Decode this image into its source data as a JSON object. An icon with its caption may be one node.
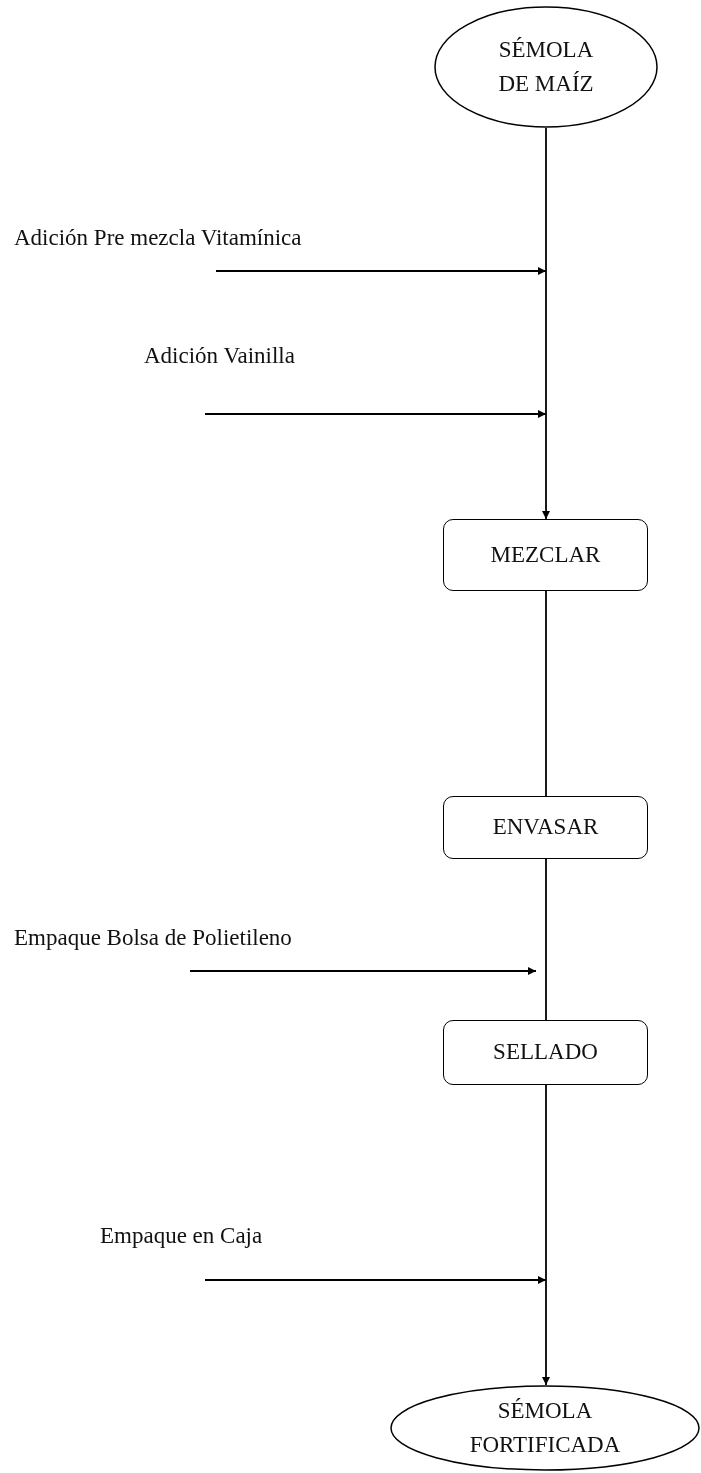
{
  "diagram": {
    "nodes": [
      {
        "text": [
          "SÉMOLA DE MAÍZ"
        ]
      },
      {
        "text": [
          "MEZCLAR"
        ]
      },
      {
        "text": [
          "ENVASAR"
        ]
      },
      {
        "text": [
          "SELLADO"
        ]
      },
      {
        "text": [
          "SÉMOLA FORTIFICADA"
        ]
      },
      {
        "text": [
          "Adición Pre mezcla Vitamínica"
        ]
      },
      {
        "text": [
          "Adición Vainilla"
        ]
      },
      {
        "text": [
          "Empaque Bolsa de Polietileno"
        ]
      },
      {
        "text": [
          "Empaque en Caja"
        ]
      }
    ],
    "edges": [
      {
        "from": 0,
        "to": 1,
        "arrow": "to"
      },
      {
        "from": 1,
        "to": 2,
        "arrow": "none"
      },
      {
        "from": 2,
        "to": 3,
        "arrow": "none"
      },
      {
        "from": 3,
        "to": 4,
        "arrow": "to"
      },
      {
        "from": 5,
        "to": null,
        "arrow": "to"
      },
      {
        "from": 6,
        "to": null,
        "arrow": "to"
      },
      {
        "from": 7,
        "to": null,
        "arrow": "to"
      },
      {
        "from": 8,
        "to": null,
        "arrow": "to"
      }
    ]
  }
}
